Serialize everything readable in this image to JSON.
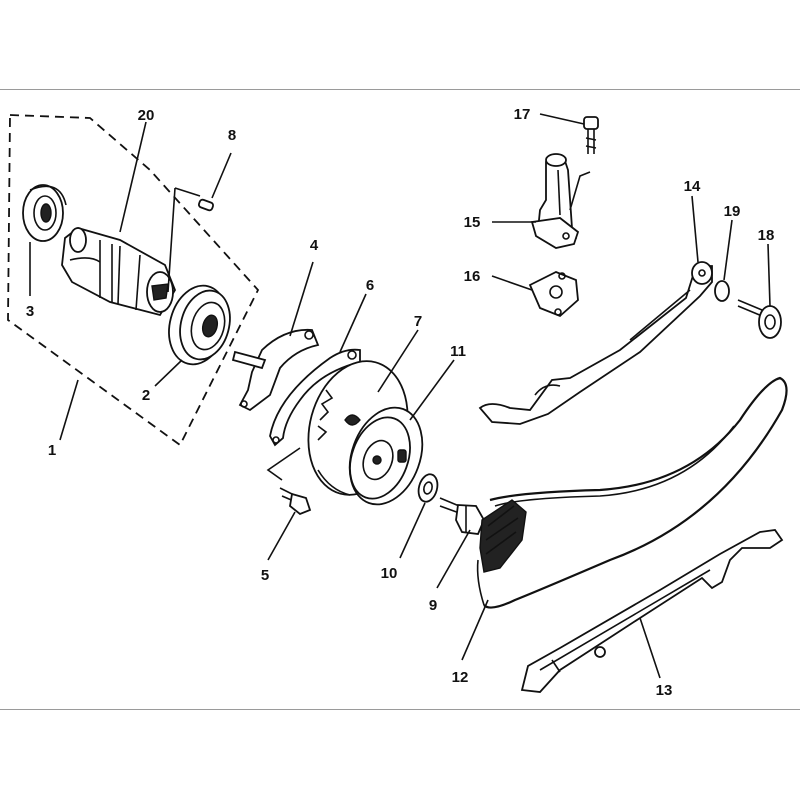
{
  "figure": {
    "background": "#ffffff",
    "line_color": "#111111",
    "rule_color": "#9a9a9a"
  },
  "labels": {
    "p1": "1",
    "p2": "2",
    "p3": "3",
    "p4": "4",
    "p5": "5",
    "p6": "6",
    "p7": "7",
    "p8": "8",
    "p9": "9",
    "p10": "10",
    "p11": "11",
    "p12": "12",
    "p13": "13",
    "p14": "14",
    "p15": "15",
    "p16": "16",
    "p17": "17",
    "p18": "18",
    "p19": "19",
    "p20": "20"
  }
}
